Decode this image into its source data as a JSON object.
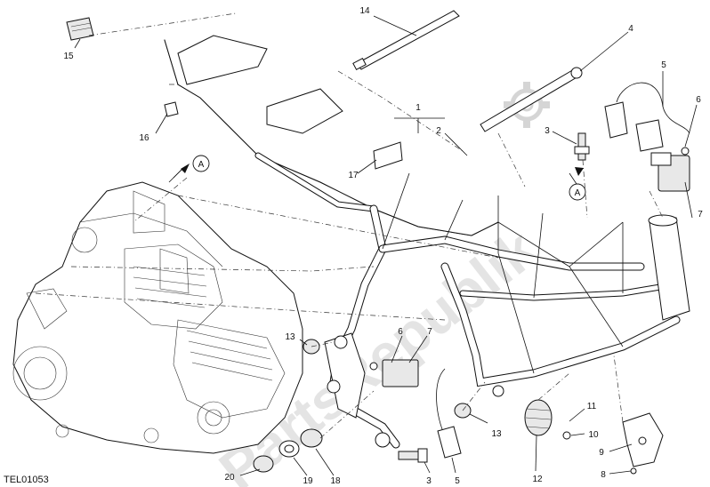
{
  "drawing_code": "TEL01053",
  "watermark": "PartsRepublik",
  "callouts": [
    "1",
    "2",
    "3",
    "4",
    "5",
    "6",
    "7",
    "8",
    "9",
    "10",
    "11",
    "12",
    "13",
    "14",
    "15",
    "16",
    "17",
    "18",
    "19",
    "20"
  ],
  "reference_marker": "A"
}
